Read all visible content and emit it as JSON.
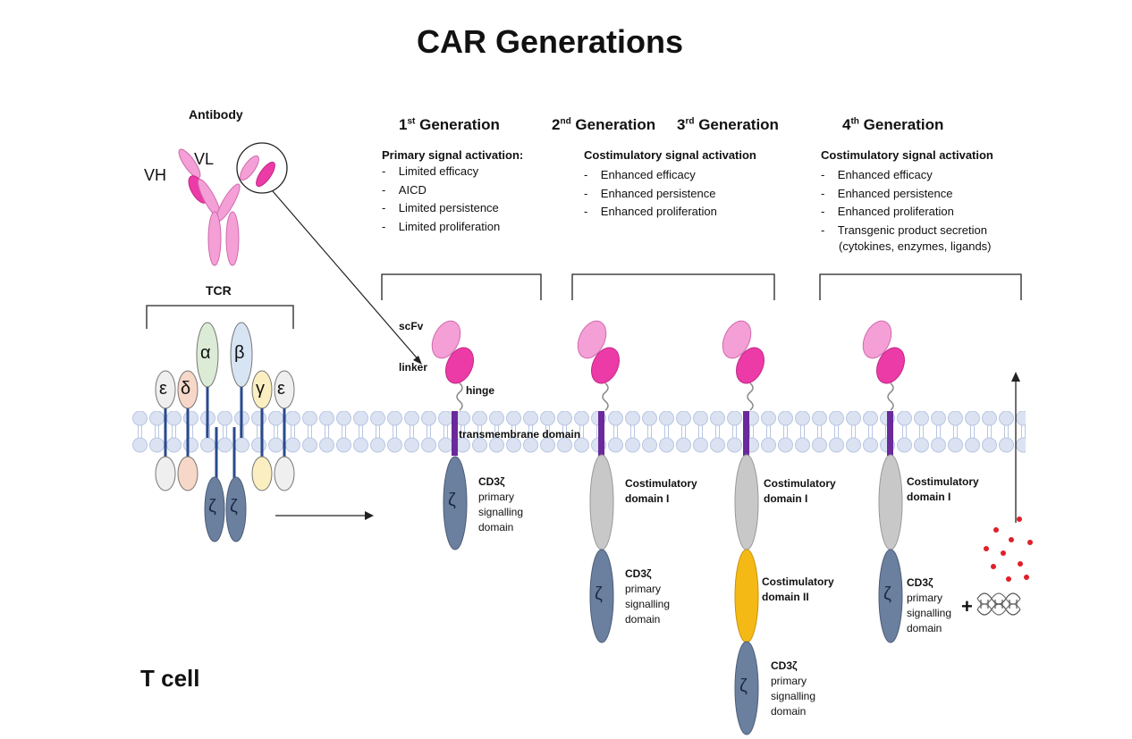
{
  "title": "CAR Generations",
  "antibody": {
    "label": "Antibody",
    "vh": "VH",
    "vl": "VL"
  },
  "tcr": {
    "label": "TCR",
    "chains": [
      "ε",
      "δ",
      "α",
      "β",
      "γ",
      "ε"
    ],
    "zeta": "ζ"
  },
  "cell_label": "T cell",
  "generations": [
    {
      "num": "1",
      "suffix": "st",
      "word": "Generation",
      "subtitle": "Primary signal activation:",
      "bullets": [
        "Limited efficacy",
        "AICD",
        "Limited persistence",
        "Limited proliferation"
      ]
    },
    {
      "num": "2",
      "suffix": "nd",
      "word": "Generation",
      "subtitle": "Costimulatory signal activation",
      "bullets": [
        "Enhanced efficacy",
        "Enhanced persistence",
        "Enhanced proliferation"
      ]
    },
    {
      "num": "3",
      "suffix": "rd",
      "word": "Generation"
    },
    {
      "num": "4",
      "suffix": "th",
      "word": "Generation",
      "subtitle": "Costimulatory signal activation",
      "bullets": [
        "Enhanced efficacy",
        "Enhanced persistence",
        "Enhanced proliferation",
        "Transgenic product secretion",
        "(cytokines, enzymes, ligands)"
      ]
    }
  ],
  "car_labels": {
    "scfv": "scFv",
    "linker": "linker",
    "hinge": "hinge",
    "tm": "transmembrane domain"
  },
  "domains": {
    "cd3z": "CD3ζ",
    "cd3z_line2": "primary",
    "cd3z_line3": "signalling",
    "cd3z_line4": "domain",
    "costim1_a": "Costimulatory",
    "costim1_b": "domain I",
    "costim2_a": "Costimulatory",
    "costim2_b": "domain II",
    "zeta": "ζ",
    "plus": "+"
  },
  "colors": {
    "pink_light": "#f49fd6",
    "pink_dark": "#ec3aa6",
    "zeta": "#6b7f9e",
    "costim1": "#c8c8c8",
    "costim2": "#f5b915",
    "tm": "#6a2a9b",
    "membrane": "#dbe3f3",
    "dots": "#e0202a"
  }
}
